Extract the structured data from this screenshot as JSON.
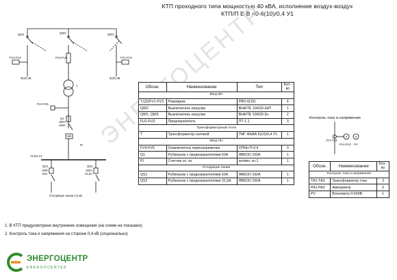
{
  "header": {
    "title_line1": "КТП проходного типа мощностью 40 кВА, исполнение воздух-воздух",
    "title_line2": "КТП/П В-В 40-6(10)/0,4 У1"
  },
  "watermark": "ЭНЕРГОЦЕНТР",
  "schematic": {
    "labels": {
      "qw1": "QW1",
      "qw2": "QW2",
      "qw3": "QW3",
      "fv_left": "FV1-FV3",
      "fv_right": "FV1-FV3",
      "hv_left": "6(10) кВ",
      "hv_right": "6(10) кВ",
      "fu": "FU1-FU3",
      "t": "T",
      "fv46": "FV4-FV6",
      "q_main": "Q1",
      "q_main_rating": "160А",
      "q_main_relay": "160А",
      "pi": "PI",
      "wh": "Wh",
      "bus": "A1,B1,C1",
      "qs1": "QS1",
      "qs1_a": "160А",
      "qs1_b": "63А",
      "qs2": "QS2",
      "qs2_a": "160А",
      "qs2_b": "31,5А",
      "outgoing": "Отходящие линии 0,4 кВ"
    }
  },
  "main_table": {
    "headers": [
      "Обозн.",
      "Наименование",
      "Тип",
      "Кол.-во"
    ],
    "rows": [
      {
        "section": "Ввод ВН"
      },
      {
        "cells": [
          "Т,QS(FV1-FV3",
          "Разрядник",
          "РВО-6(10)",
          "6"
        ]
      },
      {
        "cells": [
          "QW2",
          "Выключатель нагрузки",
          "ВНА/ТЕ 10/630-3иП",
          "1"
        ]
      },
      {
        "cells": [
          "QW1, QW3",
          "Выключатель нагрузки",
          "ВНА/ТЕ 10/630-3н",
          "2"
        ]
      },
      {
        "cells": [
          "FU1-FU3",
          "Предохранитель",
          "ПТ-1.1",
          "3"
        ]
      },
      {
        "section": "Трансформаторный отсек"
      },
      {
        "cells": [
          "T",
          "Трансформатор силовой",
          "ТМГ 40кВА 6(10)/0,4 У1",
          "1"
        ]
      },
      {
        "section": "Ввод НН"
      },
      {
        "cells": [
          "FV4-FV6",
          "Ограничитель перенапряжения",
          "ОПНн-П-0,4",
          "3"
        ]
      },
      {
        "cells": [
          "Q1",
          "Рубильник с предохранителями 63А",
          "ЯВКОО 160А",
          "1"
        ]
      },
      {
        "cells": [
          "PI",
          "Счетчик эл. эн.",
          "активн. кл.1",
          "1"
        ]
      },
      {
        "section": "Отходящие линии"
      },
      {
        "cells": [
          "QS1",
          "Рубильник с предохранителями 63А",
          "ЯВКОО 160А",
          "1"
        ]
      },
      {
        "cells": [
          "QS2",
          "Рубильник с предохранителями 31,5А",
          "ЯВКОО 160А",
          "1"
        ]
      }
    ]
  },
  "control": {
    "title": "Контроль тока и напряжения",
    "labels": {
      "ta": "ТА1-ТА3",
      "pa": "РА1-РА3",
      "pv": "PV",
      "a": "A",
      "v": "V"
    },
    "table": {
      "headers": [
        "Обозн.",
        "Наименование",
        "Кол.-во"
      ],
      "rows": [
        {
          "section": "Контроль тока и напряжения"
        },
        {
          "cells": [
            "ТА1-ТА3",
            "Трансформатор тока",
            "3"
          ]
        },
        {
          "cells": [
            "РА1-РА3",
            "Амперметр",
            "3"
          ]
        },
        {
          "cells": [
            "PV",
            "Вольтметр 0-500В",
            "1"
          ]
        }
      ]
    }
  },
  "notes": [
    "1. В КТП предусмотрено внутреннее освещение (на схеме не показано)",
    "2. Контроль тока и напряжения на стороне 0,4 кВ (опционально)"
  ],
  "logo": {
    "name": "ЭНЕРГОЦЕНТР",
    "subtitle": "ENERGOCENTER"
  },
  "colors": {
    "logo_green": "#2e8b2e",
    "logo_orange": "#f08a1c",
    "line": "#111111"
  }
}
